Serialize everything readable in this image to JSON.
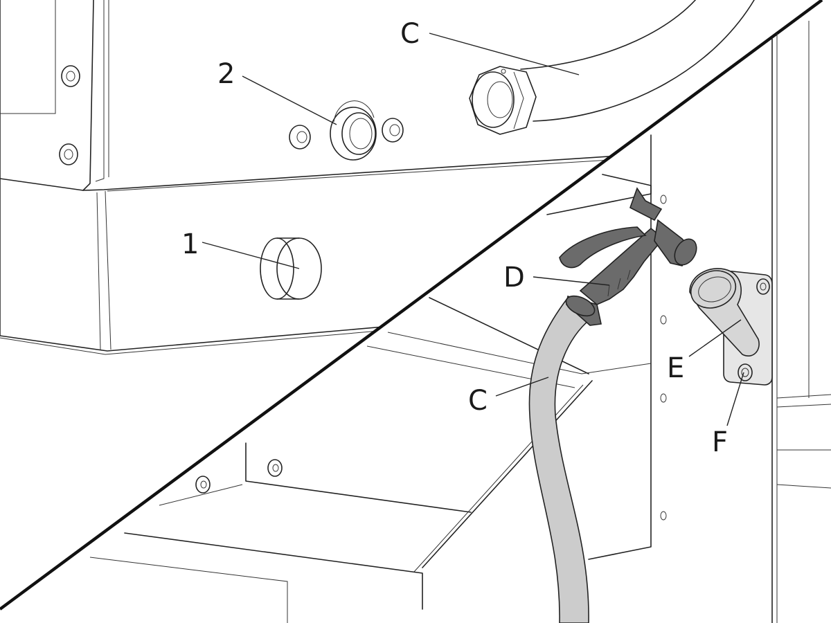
{
  "callouts": {
    "c_top": "C",
    "two": "2",
    "one": "1",
    "d": "D",
    "c_hose": "C",
    "e": "E",
    "f": "F"
  },
  "colors": {
    "line": "#222222",
    "hose_fill": "#cccccc",
    "handle_fill": "#6b6b6b",
    "funnel_fill": "#d6d6d6",
    "plate_fill": "#e6e6e6"
  }
}
